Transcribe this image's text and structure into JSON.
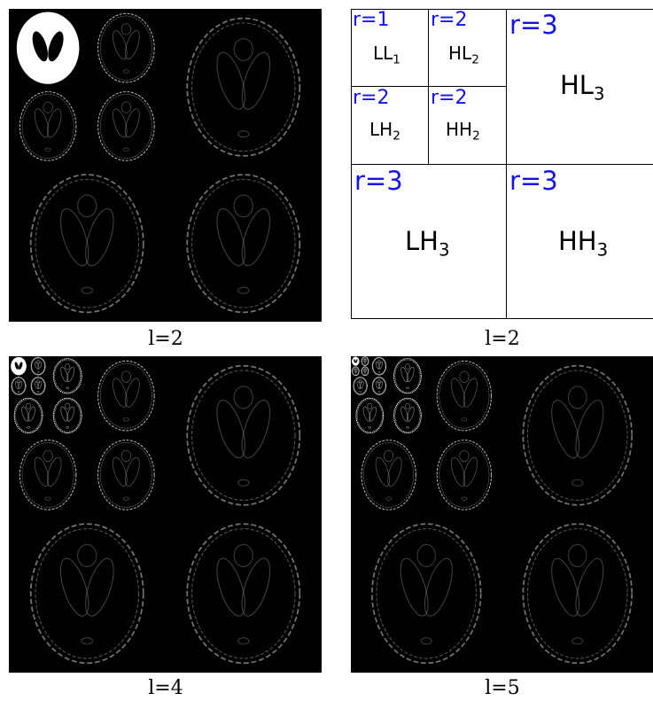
{
  "captions": [
    "l=2",
    "l=2",
    "l=4",
    "l=5"
  ],
  "diagram": {
    "r_labels": [
      "r=1",
      "r=2",
      "r=2",
      "r=2",
      "r=3",
      "r=3",
      "r=3"
    ],
    "subbands": [
      {
        "base": "LL",
        "sub": "1"
      },
      {
        "base": "HL",
        "sub": "2"
      },
      {
        "base": "LH",
        "sub": "2"
      },
      {
        "base": "HH",
        "sub": "2"
      },
      {
        "base": "HL",
        "sub": "3"
      },
      {
        "base": "LH",
        "sub": "3"
      },
      {
        "base": "HH",
        "sub": "3"
      }
    ]
  },
  "colors": {
    "label_blue": "#1414e6",
    "background": "#000000",
    "edges": "#ffffff"
  }
}
